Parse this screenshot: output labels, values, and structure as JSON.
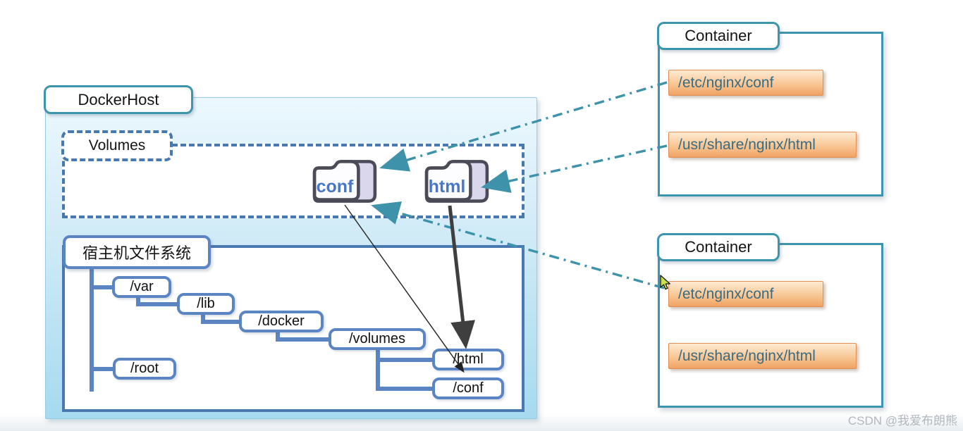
{
  "dockerhost": {
    "label": "DockerHost"
  },
  "volumes": {
    "label": "Volumes",
    "folders": [
      {
        "name": "conf"
      },
      {
        "name": "html"
      }
    ]
  },
  "filesystem": {
    "label": "宿主机文件系统",
    "nodes": [
      {
        "id": "var",
        "label": "/var"
      },
      {
        "id": "lib",
        "label": "/lib"
      },
      {
        "id": "docker",
        "label": "/docker"
      },
      {
        "id": "volumes",
        "label": "/volumes"
      },
      {
        "id": "html",
        "label": "/html"
      },
      {
        "id": "conf",
        "label": "/conf"
      },
      {
        "id": "root",
        "label": "/root"
      }
    ]
  },
  "containers": [
    {
      "label": "Container",
      "mounts": [
        "/etc/nginx/conf",
        "/usr/share/nginx/html"
      ]
    },
    {
      "label": "Container",
      "mounts": [
        "/etc/nginx/conf",
        "/usr/share/nginx/html"
      ]
    }
  ],
  "connections": [
    {
      "from": "container-1-mount-etc-nginx-conf",
      "to": "volume-folder-conf",
      "style": "dash-dot-teal"
    },
    {
      "from": "container-1-mount-usr-share-nginx-html",
      "to": "volume-folder-html",
      "style": "dash-dot-teal"
    },
    {
      "from": "container-2-mount-etc-nginx-conf",
      "to": "volume-folder-conf",
      "style": "dash-dot-teal"
    },
    {
      "from": "volume-folder-conf",
      "to": "fs-node-conf",
      "style": "solid-thin-black"
    },
    {
      "from": "volume-folder-html",
      "to": "fs-node-html",
      "style": "solid-thick-dark"
    }
  ],
  "watermark": "CSDN @我爱布朗熊",
  "colors": {
    "dockerhost_fill_top": "#ecf8fe",
    "dockerhost_fill_bottom": "#a6daef",
    "teal_border": "#3d95ad",
    "blue_border": "#5b85c2",
    "dashed_blue": "#4878b0",
    "arrow_teal": "#3e92aa",
    "mount_gradient_top": "#fdead3",
    "mount_gradient_bottom": "#f0a263",
    "mount_text": "#3a6b80",
    "folder_text": "#4878c4",
    "folder_flap": "#dad6ec"
  }
}
